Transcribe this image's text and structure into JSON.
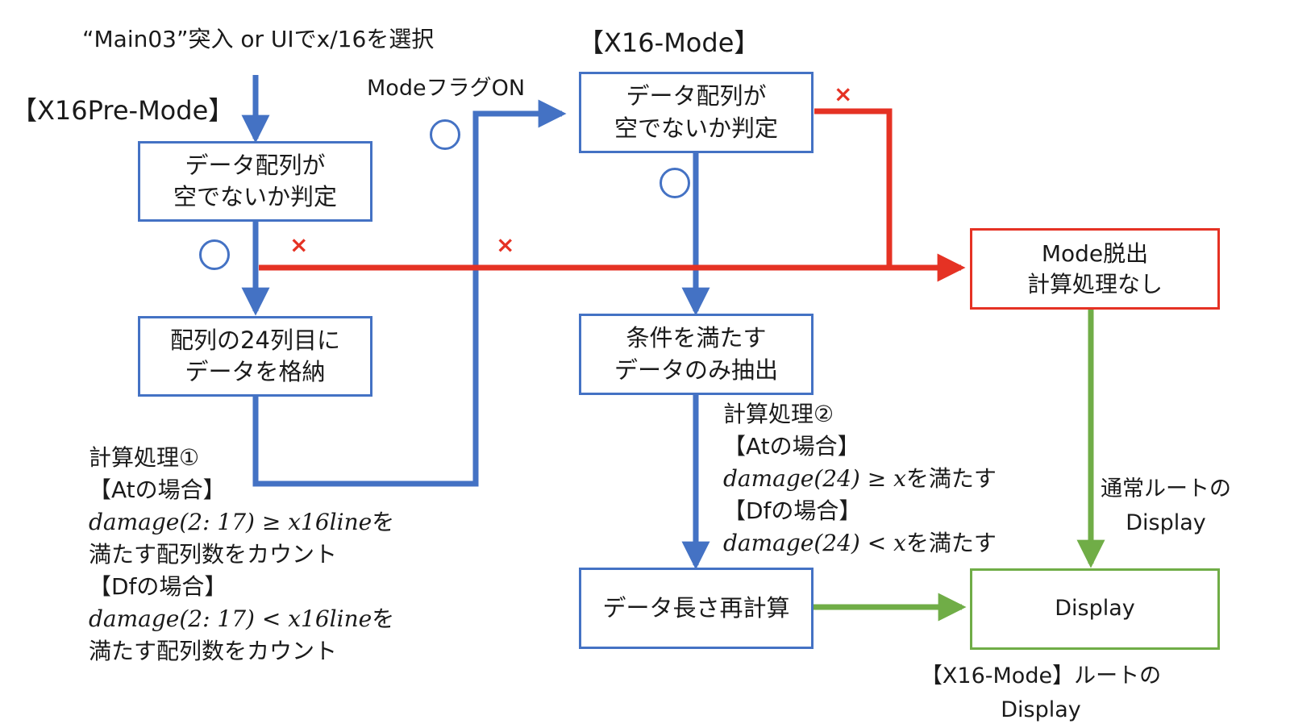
{
  "entry_label": "“Main03”突入 or UIでx/16を選択",
  "pre_mode_heading": "【X16Pre-Mode】",
  "mode_heading": "【X16-Mode】",
  "mode_flag_label": "ModeフラグON",
  "boxes": {
    "pre_check": [
      "データ配列が",
      "空でないか判定"
    ],
    "store_col24": [
      "配列の24列目に",
      "データを格納"
    ],
    "mode_check": [
      "データ配列が",
      "空でないか判定"
    ],
    "extract": [
      "条件を満たす",
      "データのみ抽出"
    ],
    "recalc": [
      "データ長さ再計算"
    ],
    "exit": [
      "Mode脱出",
      "計算処理なし"
    ],
    "display": [
      "Display"
    ]
  },
  "marks": {
    "yes": "○",
    "no": "×"
  },
  "calc1": {
    "title": "計算処理①",
    "at_heading": "【Atの場合】",
    "at_formula": "damage(2: 17) ≥ x16line",
    "at_suffix": "を",
    "at_tail": "満たす配列数をカウント",
    "df_heading": "【Dfの場合】",
    "df_formula": "damage(2: 17) < x16line",
    "df_suffix": "を",
    "df_tail": "満たす配列数をカウント"
  },
  "calc2": {
    "title": "計算処理②",
    "at_heading": "【Atの場合】",
    "at_formula": "damage(24) ≥ x",
    "at_suffix": "を満たす",
    "df_heading": "【Dfの場合】",
    "df_formula": "damage(24) < x",
    "df_suffix": "を満たす"
  },
  "normal_route_label": [
    "通常ルートの",
    "Display"
  ],
  "x16_route_label": [
    "【X16-Mode】ルートの",
    "Display"
  ],
  "colors": {
    "blue": "#4472c4",
    "red": "#e53224",
    "green": "#70ad47"
  }
}
